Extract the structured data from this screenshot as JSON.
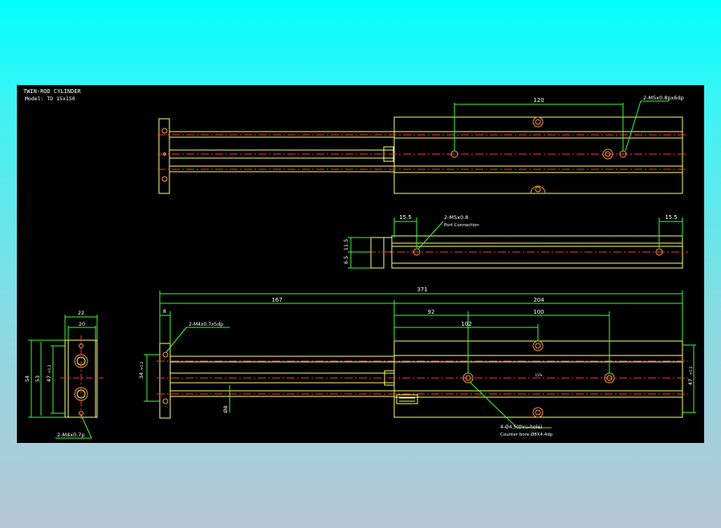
{
  "drawing": {
    "title_line1": "TWIN-ROD CYLINDER",
    "title_line2": "Model: TD 15x150",
    "top_view": {
      "dim_120": "120",
      "callout_port_tap": "2-M5x0.8px6dp"
    },
    "side_view": {
      "dim_left_15_5": "15.5",
      "dim_right_15_5": "15.5",
      "callout_port": "2-M5x0.8",
      "callout_port_sub": "Port Connection",
      "dim_11_5": "11.5",
      "dim_6_5": "6.5"
    },
    "front_view": {
      "dim_371": "371",
      "dim_167": "167",
      "dim_204": "204",
      "dim_8": "8",
      "dim_92": "92",
      "dim_100": "100",
      "dim_102": "102",
      "callout_m4_tap": "2-M4x0.7x5dp",
      "dim_34": "34",
      "dim_34_tol": "+0.2",
      "dim_d8": "Ø8",
      "dim_47": "47",
      "dim_47_tol": "+0.2",
      "center_mark": "15%",
      "callout_holes": "4-Ø4.5(thru-hole)",
      "callout_holes_sub": "Counter bore Ø8X4.4dp"
    },
    "end_view": {
      "dim_22": "22",
      "dim_20": "20",
      "dim_54": "54",
      "dim_53": "53",
      "dim_47": "47",
      "dim_47_tol": "+0.2",
      "callout_m4": "2-M4x0.7p"
    }
  },
  "colors": {
    "outline": "#ffff66",
    "dimension": "#33ff33",
    "centerline": "#ff3333",
    "hole": "#ff9933",
    "text": "#ffffff",
    "background": "#000000"
  }
}
